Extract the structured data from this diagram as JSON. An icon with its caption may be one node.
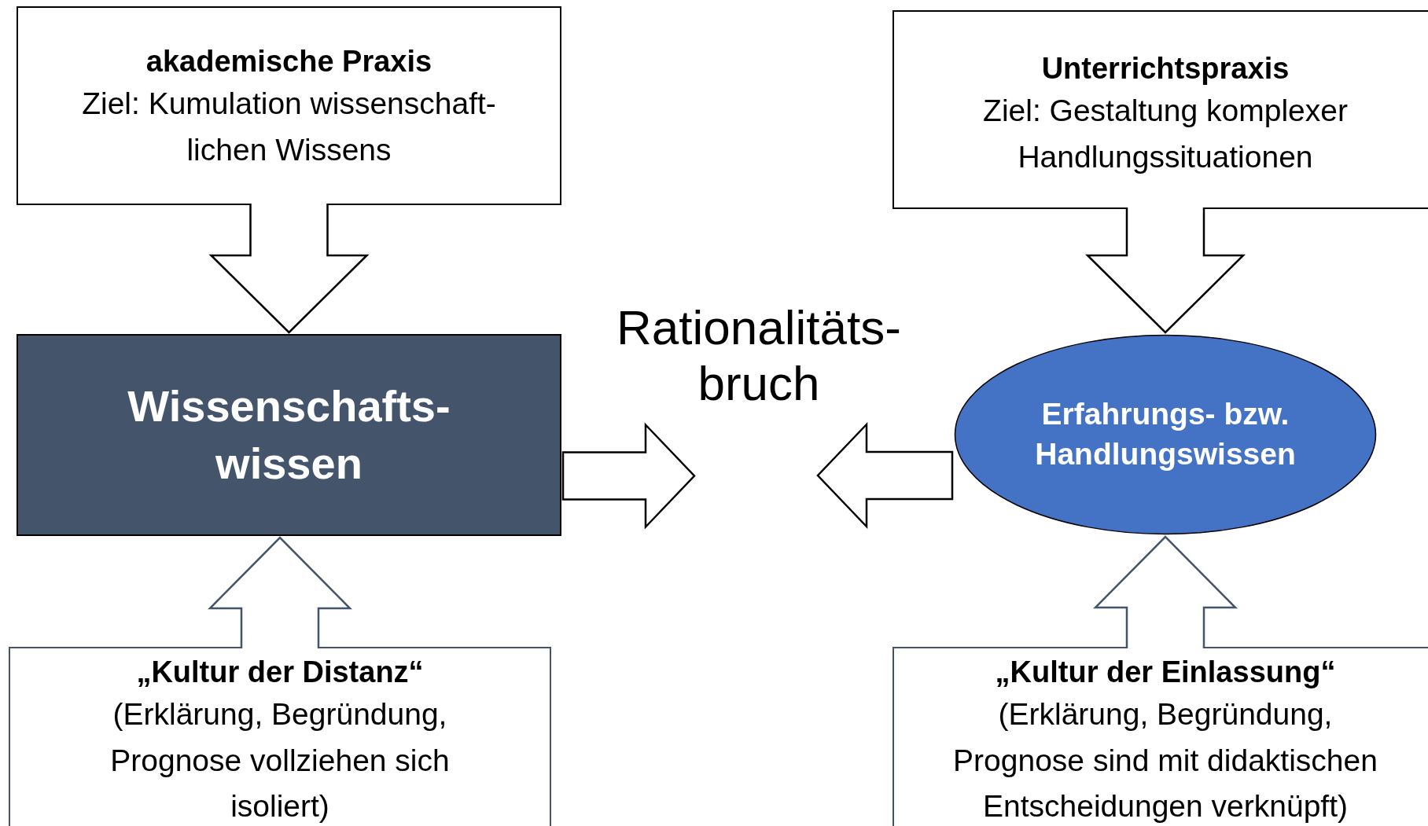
{
  "diagram": {
    "nodes": [
      {
        "text": [
          "akademische Praxis",
          "Ziel: Kumulation wissenschaft- lichen Wissens"
        ]
      },
      {
        "text": [
          "Unterrichtspraxis",
          "Ziel: Gestaltung komplexer Handlungssituationen"
        ]
      },
      {
        "text": [
          "Wissenschafts- wissen"
        ]
      },
      {
        "text": [
          "Rationalitäts- bruch"
        ]
      },
      {
        "text": [
          "Erfahrungs- bzw. Handlungswissen"
        ]
      },
      {
        "text": [
          "„Kultur der Distanz“",
          "(Erklärung, Begründung, Prognose vollziehen sich isoliert)"
        ]
      },
      {
        "text": [
          "„Kultur der Einlassung“",
          "(Erklärung, Begründung, Prognose sind mit didaktischen Entscheidungen verknüpft)"
        ]
      }
    ],
    "edges": [
      {
        "from": 0,
        "to": 2,
        "arrow": "to"
      },
      {
        "from": 1,
        "to": 4,
        "arrow": "to"
      },
      {
        "from": 5,
        "to": 2,
        "arrow": "to",
        "color": "#44546a"
      },
      {
        "from": 6,
        "to": 4,
        "arrow": "to",
        "color": "#44546a"
      },
      {
        "from": 2,
        "to": 3,
        "arrow": "to"
      },
      {
        "from": 4,
        "to": 3,
        "arrow": "to"
      }
    ]
  }
}
